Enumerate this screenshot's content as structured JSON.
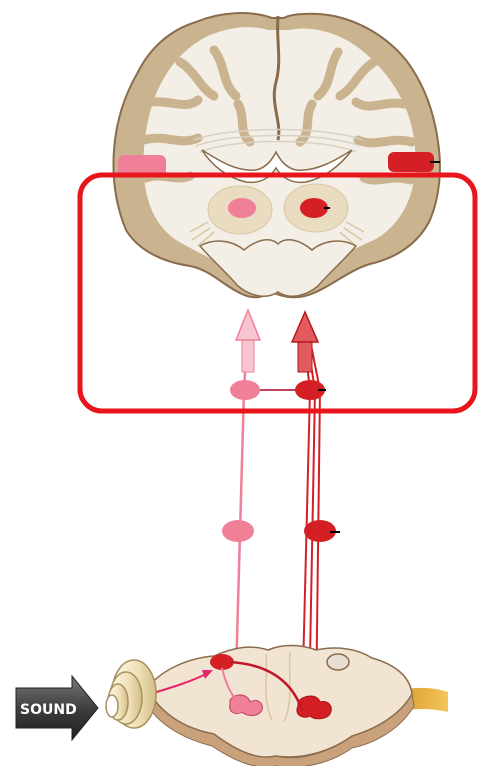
{
  "sound_label": "SOUND",
  "colors": {
    "tissue": "#c9b48f",
    "tissue_outline": "#8a6c4c",
    "white_matter": "#f3efe7",
    "light_pathway": "#f07f98",
    "dark_pathway": "#d42025",
    "highlight_box": "#e8161c",
    "sound_arrow": "#4a4a4a"
  },
  "icons": [
    "brain-coronal-section",
    "brainstem-section",
    "cochlea-icon",
    "sound-arrow-icon"
  ]
}
